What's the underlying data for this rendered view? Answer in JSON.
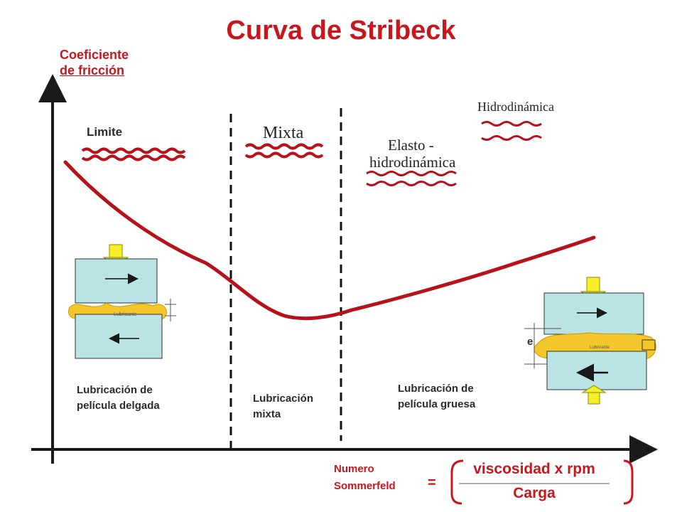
{
  "title": "Curva de Stribeck",
  "y_axis": {
    "line1": "Coeficiente",
    "line2": "de fricción"
  },
  "regimes": {
    "limite": "Limite",
    "mixta": "Mixta",
    "elasto_line1": "Elasto -",
    "elasto_line2": "hidrodinámica",
    "hidrodinamica": "Hidrodinámica"
  },
  "zones": {
    "thin_line1": "Lubricación de",
    "thin_line2": "película delgada",
    "mixed_line1": "Lubricación",
    "mixed_line2": "mixta",
    "thick_line1": "Lubricación de",
    "thick_line2": "película gruesa"
  },
  "bearing_labels": {
    "lubricant_left": "Lubricante",
    "lubricant_right": "Lubricante",
    "thickness": "e"
  },
  "formula": {
    "label_line1": "Numero",
    "label_line2": "Sommerfeld",
    "equals": "=",
    "numerator": "viscosidad x rpm",
    "denominator": "Carga"
  },
  "colors": {
    "accent": "#c8161d",
    "curve": "#b5121b",
    "block": "#b9e3e5",
    "lubricant": "#f3c629",
    "arrow": "#f5ef2a"
  }
}
